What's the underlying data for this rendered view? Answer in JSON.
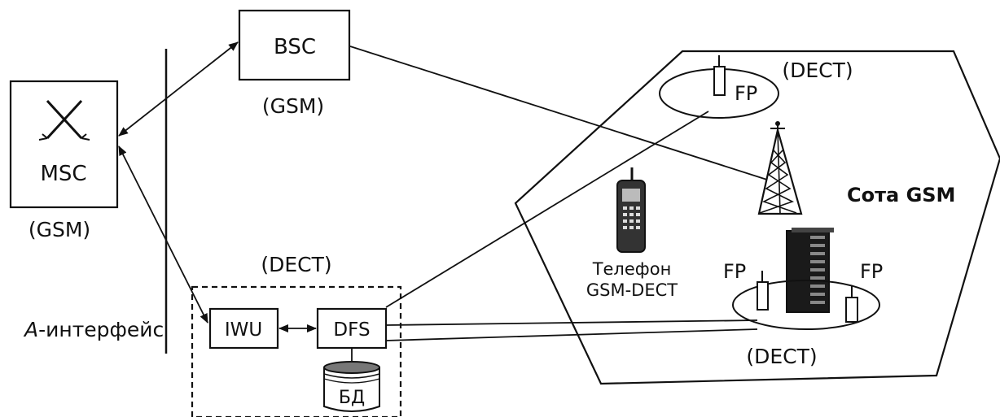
{
  "nodes": {
    "msc": {
      "label": "MSC",
      "network": "(GSM)"
    },
    "bsc": {
      "label": "BSC",
      "network": "(GSM)"
    },
    "iwu": {
      "label": "IWU"
    },
    "dfs": {
      "label": "DFS"
    },
    "db": {
      "label": "БД"
    },
    "dect_group": {
      "label": "(DECT)"
    }
  },
  "interface_label": {
    "italic": "A",
    "rest": "-интерфейс"
  },
  "cell": {
    "label": "Сота GSM",
    "top_dect": {
      "fp": "FP",
      "label": "(DECT)"
    },
    "bottom_dect": {
      "fp_left": "FP",
      "fp_right": "FP",
      "label": "(DECT)"
    },
    "phone_label_line1": "Телефон",
    "phone_label_line2": "GSM-DECT"
  },
  "icons": [
    "switch-cross-icon",
    "antenna-icon",
    "cell-tower-icon",
    "mobile-phone-icon",
    "building-icon",
    "database-icon"
  ]
}
